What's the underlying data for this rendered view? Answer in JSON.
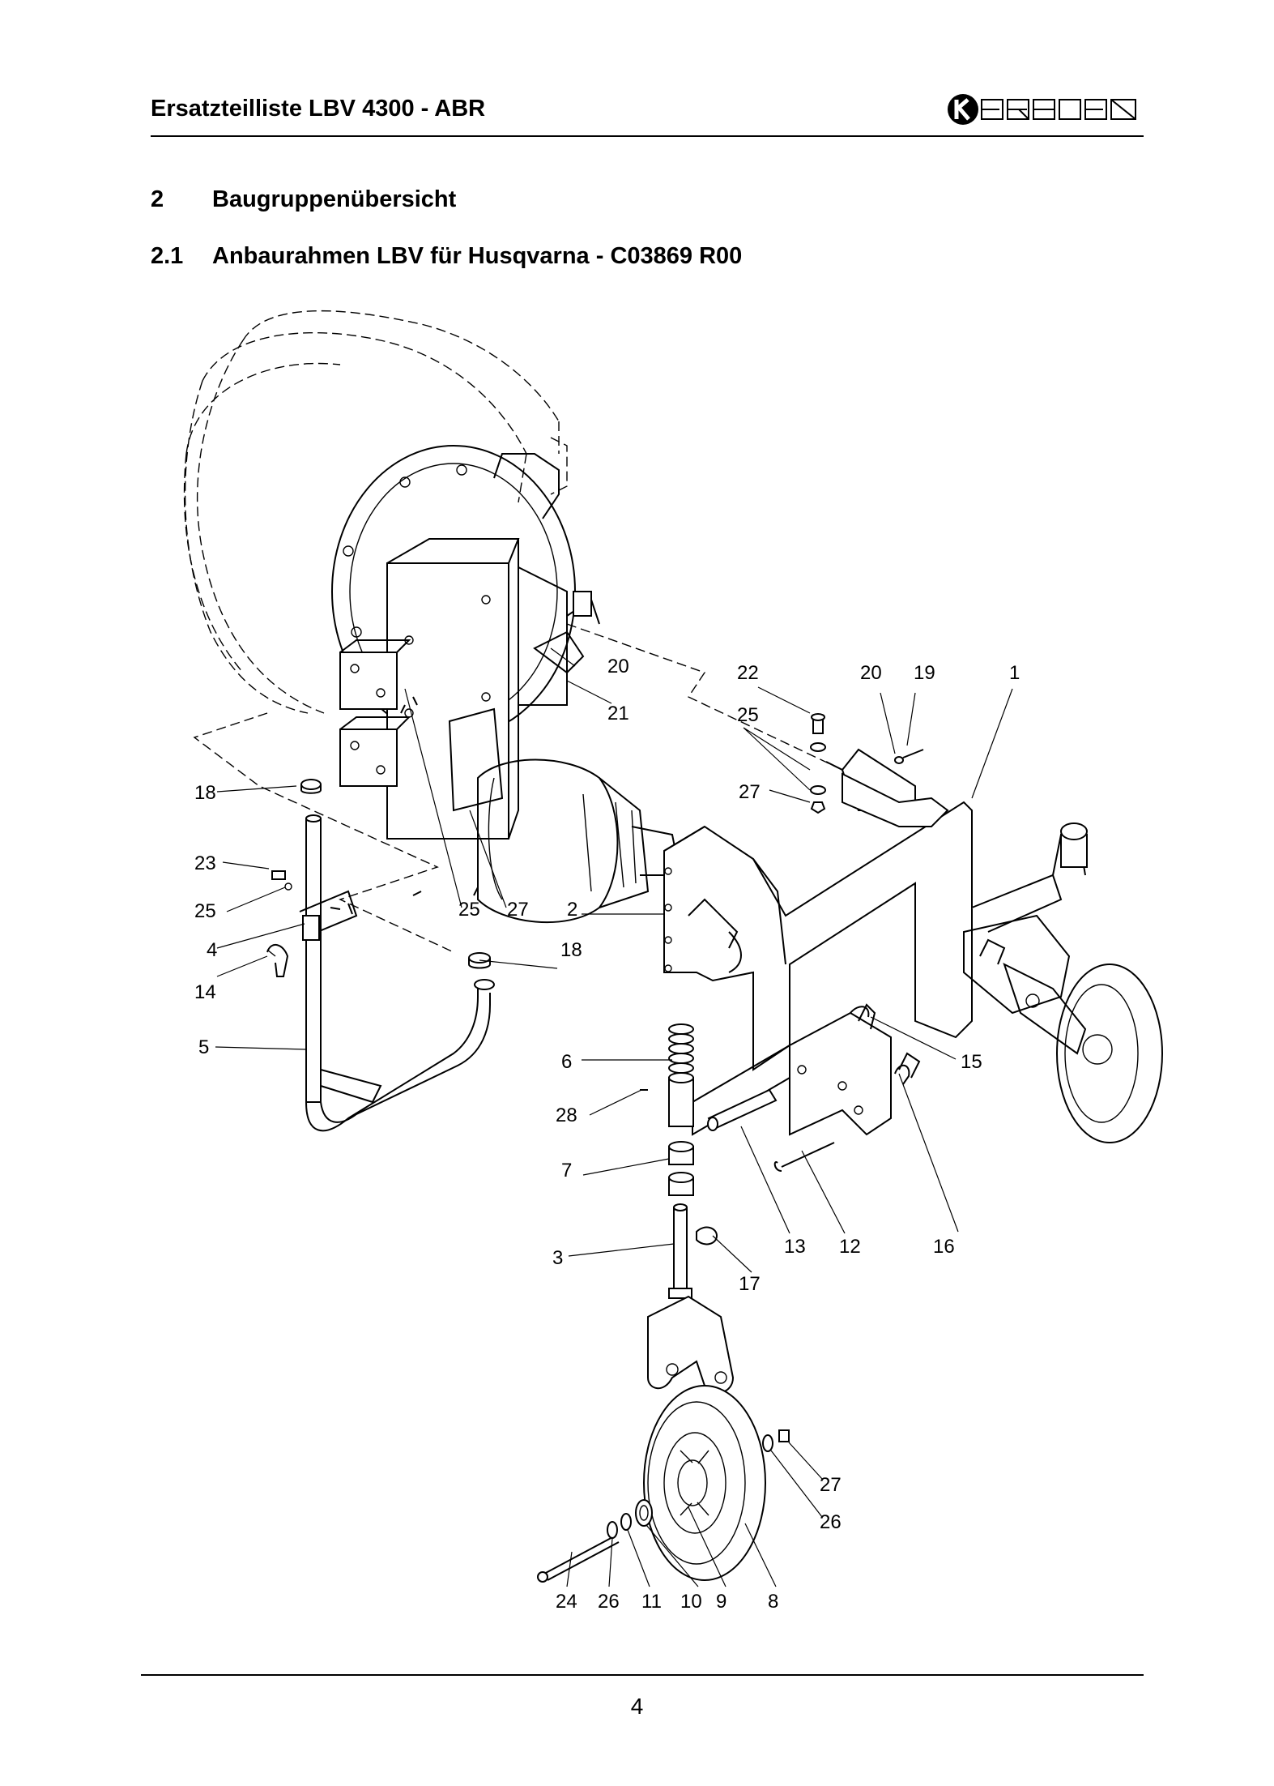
{
  "header": {
    "title": "Ersatzteilliste LBV 4300 - ABR",
    "logo_text": "KERSTEN"
  },
  "sections": [
    {
      "number": "2",
      "title": "Baugruppenübersicht"
    },
    {
      "number": "2.1",
      "title": "Anbaurahmen LBV für Husqvarna - C03869  R00"
    }
  ],
  "callouts": {
    "c1": "1",
    "c2": "2",
    "c3": "3",
    "c4": "4",
    "c5": "5",
    "c6": "6",
    "c7": "7",
    "c8": "8",
    "c9": "9",
    "c10": "10",
    "c11": "11",
    "c12": "12",
    "c13": "13",
    "c14": "14",
    "c15": "15",
    "c16": "16",
    "c17": "17",
    "c18a": "18",
    "c18b": "18",
    "c19": "19",
    "c20a": "20",
    "c20b": "20",
    "c21": "21",
    "c22": "22",
    "c23": "23",
    "c24": "24",
    "c25a": "25",
    "c25b": "25",
    "c25c": "25",
    "c26a": "26",
    "c26b": "26",
    "c27a": "27",
    "c27b": "27",
    "c27c": "27",
    "c28": "28"
  },
  "footer": {
    "page_number": "4"
  }
}
